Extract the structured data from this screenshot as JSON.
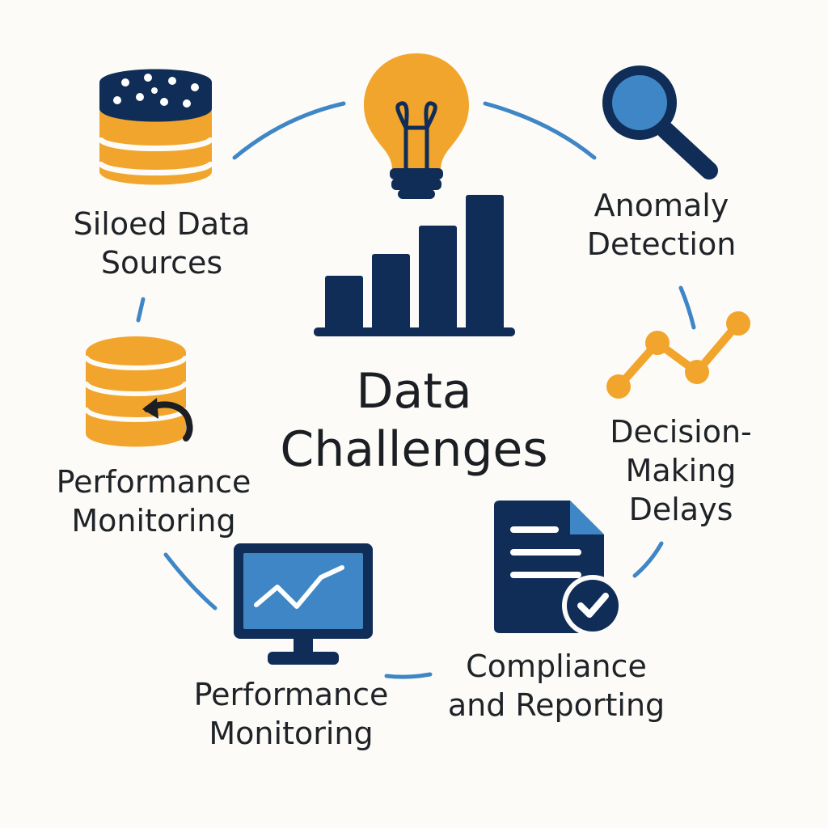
{
  "center": {
    "title_line1": "Data",
    "title_line2": "Challenges"
  },
  "nodes": [
    {
      "id": "siloed",
      "line1": "Siloed Data",
      "line2": "Sources",
      "icon": "database-icon"
    },
    {
      "id": "anomaly",
      "line1": "Anomaly",
      "line2": "Detection",
      "icon": "magnifier-icon"
    },
    {
      "id": "decision",
      "line1": "Decision-",
      "line2": "Making",
      "line3": "Delays",
      "icon": "line-graph-icon"
    },
    {
      "id": "compliance",
      "line1": "Compliance",
      "line2": "and Reporting",
      "icon": "document-check-icon"
    },
    {
      "id": "performance-bottom",
      "line1": "Performance",
      "line2": "Monitoring",
      "icon": "monitor-icon"
    },
    {
      "id": "performance-left",
      "line1": "Performance",
      "line2": "Monitoring",
      "icon": "database-restore-icon"
    }
  ],
  "top_icon": "lightbulb-icon",
  "center_icon": "bar-chart-icon",
  "colors": {
    "navy": "#0f2d57",
    "orange": "#f2a52c",
    "blue": "#3f86c6",
    "background": "#fcfbf7",
    "text": "#1f2328"
  }
}
